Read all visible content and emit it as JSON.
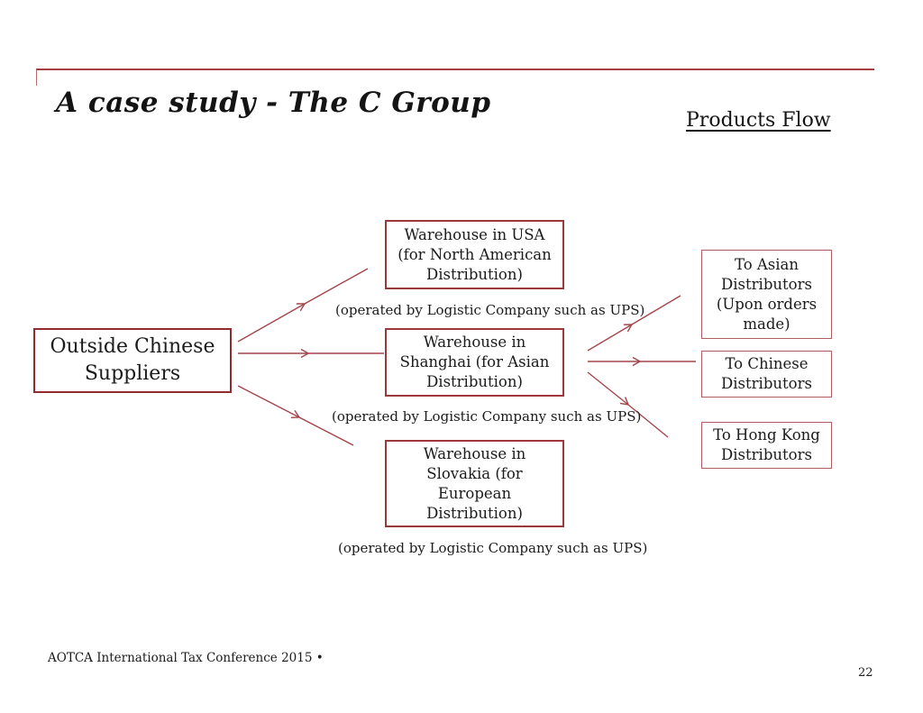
{
  "slide": {
    "title": "A case study - The C Group",
    "subtitle": "Products Flow",
    "footer": "AOTCA International Tax Conference 2015 •",
    "page_number": "22"
  },
  "diagram": {
    "source": {
      "label": "Outside Chinese\nSuppliers"
    },
    "warehouses": [
      {
        "label": "Warehouse in USA\n(for North American\nDistribution)",
        "caption": "(operated by Logistic Company such as UPS)"
      },
      {
        "label": "Warehouse in\nShanghai (for Asian\nDistribution)",
        "caption": "(operated by Logistic Company such as UPS)"
      },
      {
        "label": "Warehouse in\nSlovakia (for\nEuropean\nDistribution)",
        "caption": "(operated by Logistic Company such as UPS)"
      }
    ],
    "distributors": [
      {
        "label": "To Asian\nDistributors\n(Upon orders\nmade)"
      },
      {
        "label": "To Chinese\nDistributors"
      },
      {
        "label": "To Hong Kong\nDistributors"
      }
    ]
  },
  "colors": {
    "accent_rule": "#a63f44",
    "box_border_dark": "#9c383a",
    "box_border_light": "#b05c63",
    "arrow": "#a4454b",
    "text": "#1b1b1b"
  }
}
